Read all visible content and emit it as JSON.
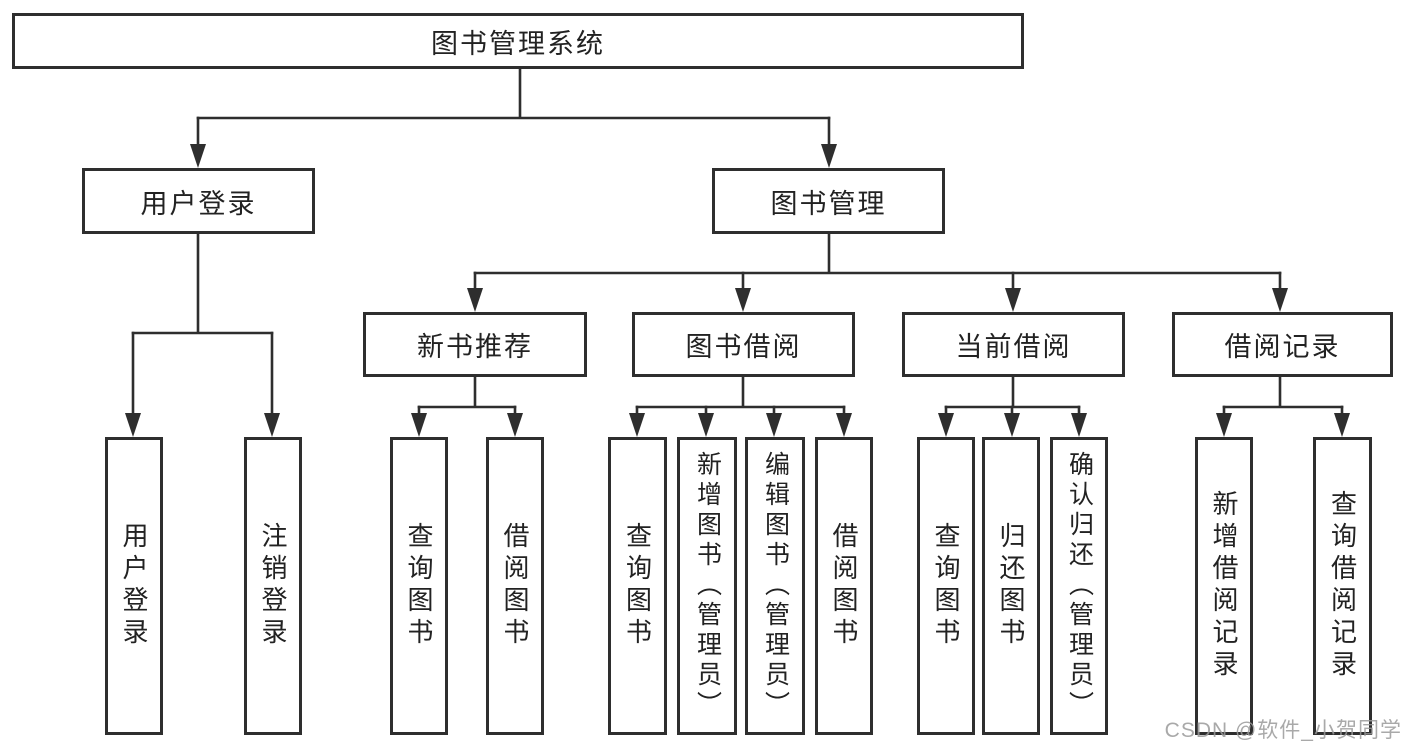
{
  "diagram_title": "图书管理系统",
  "nodes": {
    "root": {
      "label": "图书管理系统"
    },
    "userLogin": {
      "label": "用户登录"
    },
    "bookMgmt": {
      "label": "图书管理"
    },
    "newBooks": {
      "label": "新书推荐"
    },
    "bookBorrow": {
      "label": "图书借阅"
    },
    "currentBorrow": {
      "label": "当前借阅"
    },
    "borrowRecords": {
      "label": "借阅记录"
    },
    "leafUserLogin": {
      "label": "用户登录"
    },
    "leafLogout": {
      "label": "注销登录"
    },
    "leafQueryBooks1": {
      "label": "查询图书"
    },
    "leafBorrowBooks1": {
      "label": "借阅图书"
    },
    "leafQueryBooks2": {
      "label": "查询图书"
    },
    "leafAddBook": {
      "label": "新增图书（管理员）"
    },
    "leafEditBook": {
      "label": "编辑图书（管理员）"
    },
    "leafBorrowBooks2": {
      "label": "借阅图书"
    },
    "leafQueryBooks3": {
      "label": "查询图书"
    },
    "leafReturnBook": {
      "label": "归还图书"
    },
    "leafConfirmReturn": {
      "label": "确认归还（管理员）"
    },
    "leafAddRecord": {
      "label": "新增借阅记录"
    },
    "leafQueryRecord": {
      "label": "查询借阅记录"
    }
  },
  "hierarchy": {
    "图书管理系统": [
      "用户登录",
      "图书管理"
    ],
    "用户登录": [
      "用户登录",
      "注销登录"
    ],
    "图书管理": [
      "新书推荐",
      "图书借阅",
      "当前借阅",
      "借阅记录"
    ],
    "新书推荐": [
      "查询图书",
      "借阅图书"
    ],
    "图书借阅": [
      "查询图书",
      "新增图书（管理员）",
      "编辑图书（管理员）",
      "借阅图书"
    ],
    "当前借阅": [
      "查询图书",
      "归还图书",
      "确认归还（管理员）"
    ],
    "借阅记录": [
      "新增借阅记录",
      "查询借阅记录"
    ]
  },
  "watermark": {
    "text": "CSDN @软件_小贺同学",
    "color": "#9b9b9b"
  },
  "colors": {
    "line": "#2e2e2e",
    "box_border": "#2e2e2e",
    "text": "#222222",
    "background": "#ffffff",
    "watermark": "#9b9b9b"
  }
}
